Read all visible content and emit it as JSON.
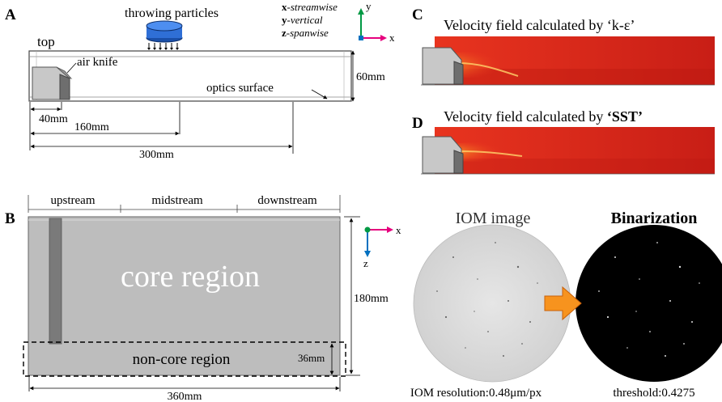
{
  "panels": {
    "a": {
      "letter": "A",
      "label_top": "top",
      "label_throwing": "throwing particles",
      "label_air_knife": "air knife",
      "label_optics": "optics surface",
      "dim_40": "40mm",
      "dim_160": "160mm",
      "dim_300": "300mm",
      "dim_60": "60mm",
      "axes": {
        "x_name": "x",
        "x_desc": "-streamwise",
        "y_name": "y",
        "y_desc": "-vertical",
        "z_name": "z",
        "z_desc": "-spanwise",
        "icon_x": "x",
        "icon_y": "y"
      }
    },
    "b": {
      "letter": "B",
      "upstream": "upstream",
      "midstream": "midstream",
      "downstream": "downstream",
      "core": "core region",
      "noncore": "non-core region",
      "dim_36": "36mm",
      "dim_180": "180mm",
      "dim_360": "360mm",
      "icon_x": "x",
      "icon_z": "z"
    },
    "c": {
      "letter": "C",
      "title_prefix": "Velocity field calculated by ",
      "title_model": "‘k-ε’"
    },
    "d": {
      "letter": "D",
      "title_prefix": "Velocity field calculated by ",
      "title_model": "‘SST’"
    },
    "e": {
      "iom_title": "IOM image",
      "bin_title": "Binarization",
      "resolution": "IOM resolution:0.48μm/px",
      "threshold": "threshold:0.4275"
    }
  },
  "colors": {
    "velocity_red": "#d9261c",
    "arrow_orange": "#f7931e",
    "axis_pink": "#e6007e",
    "axis_green": "#009944",
    "axis_blue": "#0070c0",
    "particle_blue": "#1f5fbf"
  }
}
